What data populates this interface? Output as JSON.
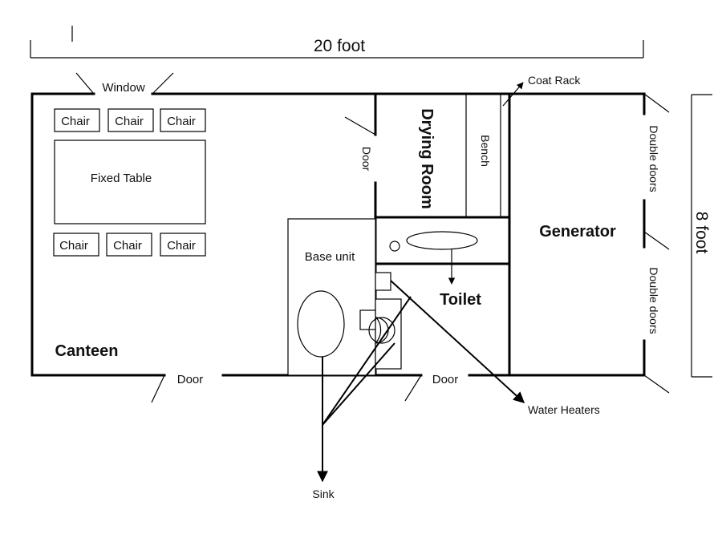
{
  "dimensions": {
    "width_label": "20 foot",
    "height_label": "8 foot"
  },
  "rooms": {
    "canteen": "Canteen",
    "drying_room": "Drying Room",
    "toilet": "Toilet",
    "generator": "Generator"
  },
  "furniture": {
    "chair": "Chair",
    "fixed_table": "Fixed Table",
    "base_unit": "Base unit",
    "bench": "Bench"
  },
  "openings": {
    "window": "Window",
    "door": "Door",
    "double_doors": "Double doors"
  },
  "callouts": {
    "coat_rack": "Coat Rack",
    "water_heaters": "Water Heaters",
    "sink": "Sink"
  }
}
